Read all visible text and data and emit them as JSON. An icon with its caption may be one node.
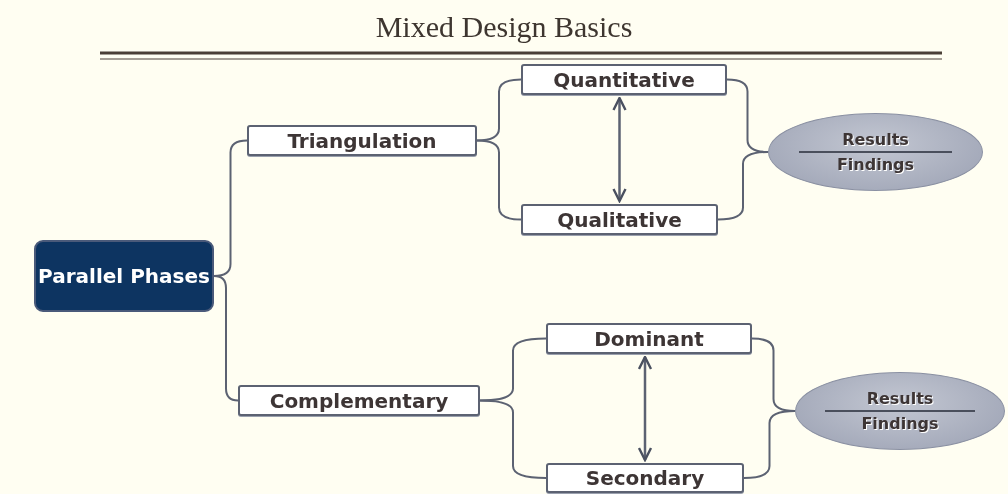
{
  "diagram": {
    "title": "Mixed Design Basics",
    "nodes": [
      {
        "text": [
          "Parallel Phases"
        ]
      },
      {
        "text": [
          "Triangulation"
        ]
      },
      {
        "text": [
          "Quantitative"
        ]
      },
      {
        "text": [
          "Qualitative"
        ]
      },
      {
        "text": [
          "Results",
          "Findings"
        ]
      },
      {
        "text": [
          "Complementary"
        ]
      },
      {
        "text": [
          "Dominant"
        ]
      },
      {
        "text": [
          "Secondary"
        ]
      },
      {
        "text": [
          "Results",
          "Findings"
        ]
      }
    ],
    "edges": [
      {
        "from": 0,
        "to": 1,
        "arrow": "none"
      },
      {
        "from": 0,
        "to": 5,
        "arrow": "none"
      },
      {
        "from": 1,
        "to": 2,
        "arrow": "none"
      },
      {
        "from": 1,
        "to": 3,
        "arrow": "none"
      },
      {
        "from": 2,
        "to": 3,
        "arrow": "both"
      },
      {
        "from": 2,
        "to": 4,
        "arrow": "none"
      },
      {
        "from": 3,
        "to": 4,
        "arrow": "none"
      },
      {
        "from": 5,
        "to": 6,
        "arrow": "none"
      },
      {
        "from": 5,
        "to": 7,
        "arrow": "none"
      },
      {
        "from": 6,
        "to": 7,
        "arrow": "both"
      },
      {
        "from": 6,
        "to": 8,
        "arrow": "none"
      },
      {
        "from": 7,
        "to": 8,
        "arrow": "none"
      }
    ]
  }
}
